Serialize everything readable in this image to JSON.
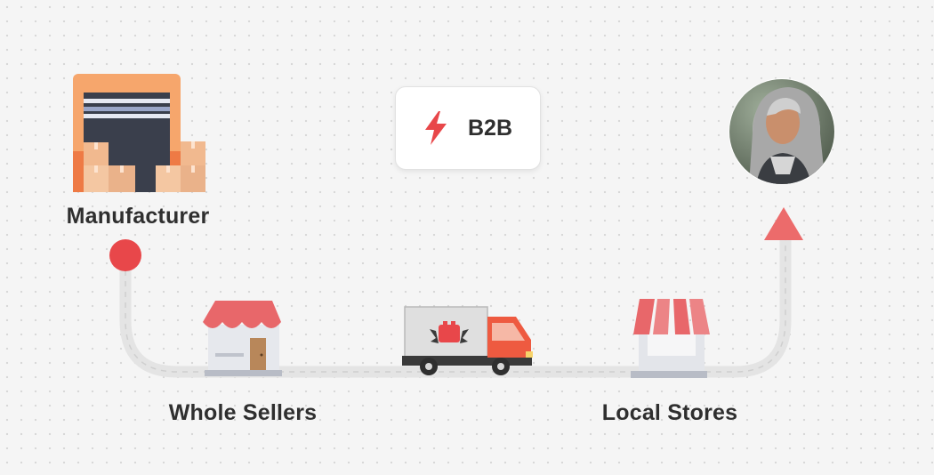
{
  "badge": {
    "label": "B2B",
    "icon": "lightning-bolt-icon"
  },
  "nodes": {
    "manufacturer": "Manufacturer",
    "whole_sellers": "Whole Sellers",
    "local_stores": "Local Stores"
  },
  "icons": {
    "factory": "factory-warehouse-icon",
    "wholeseller": "shop-building-icon",
    "truck": "delivery-truck-icon",
    "store": "market-stall-icon",
    "customer": "customer-avatar"
  },
  "colors": {
    "accent_red": "#e8474a",
    "path": "#e4e4e4",
    "text": "#2f2f2f"
  }
}
